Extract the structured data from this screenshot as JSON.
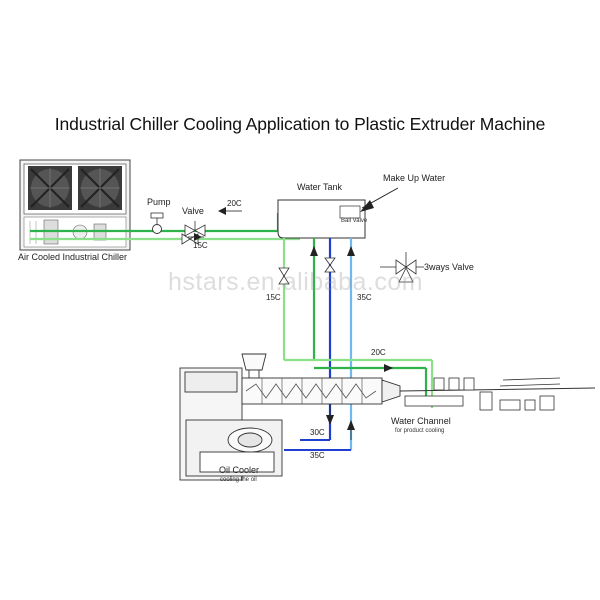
{
  "title": "Industrial Chiller Cooling Application to Plastic Extruder Machine",
  "watermark": "hstars.en.alibaba.com",
  "labels": {
    "chiller": "Air Cooled Industrial Chiller",
    "pump": "Pump",
    "valve": "Valve",
    "water_tank": "Water Tank",
    "make_up_water": "Make Up Water",
    "three_way_valve": "3ways Valve",
    "oil_cooler": "Oil Cooler",
    "oil_cooler_sub": "cooling the oil",
    "water_channel": "Water Channel",
    "water_channel_sub": "for product cooling",
    "tank_inner": "Ball Valve"
  },
  "temperatures": {
    "supply_top": "20C",
    "return_top": "15C",
    "left_vertical": "15C",
    "right_vertical": "35C",
    "channel_supply": "20C",
    "oil_supply": "30C",
    "oil_return": "35C"
  },
  "colors": {
    "green": "#2db34a",
    "light_green": "#8de08a",
    "blue": "#1f3fd0",
    "light_blue": "#6fb8f0",
    "line": "#333333"
  }
}
